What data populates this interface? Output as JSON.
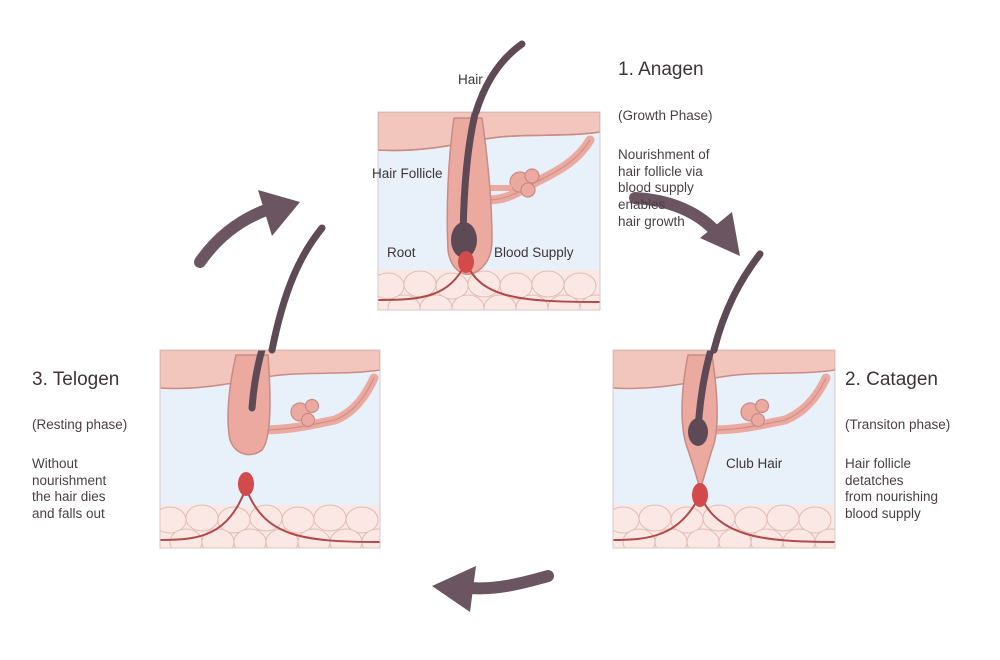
{
  "phases": [
    {
      "title": "1. Anagen",
      "subtitle": "(Growth Phase)",
      "description": "Nourishment of\nhair follicle via\nblood supply\nenables\nhair growth"
    },
    {
      "title": "2. Catagen",
      "subtitle": "(Transiton phase)",
      "description": "Hair follicle\ndetatches\nfrom nourishing\nblood supply"
    },
    {
      "title": "3. Telogen",
      "subtitle": "(Resting phase)",
      "description": "Without\nnourishment\nthe hair dies\nand falls out"
    }
  ],
  "labels": {
    "hair": "Hair",
    "hair_follicle": "Hair Follicle",
    "root": "Root",
    "blood_supply": "Blood Supply",
    "club_hair": "Club Hair"
  },
  "colors": {
    "skin_surface": "#f3c6bd",
    "skin_outline": "#c98b86",
    "dermis": "#e8f1f9",
    "follicle": "#eba99f",
    "hair": "#5e4a54",
    "blood": "#d24a4a",
    "vessel": "#b04a4a",
    "fat_cells": "#fbe8e4",
    "arrow": "#6b5560"
  }
}
